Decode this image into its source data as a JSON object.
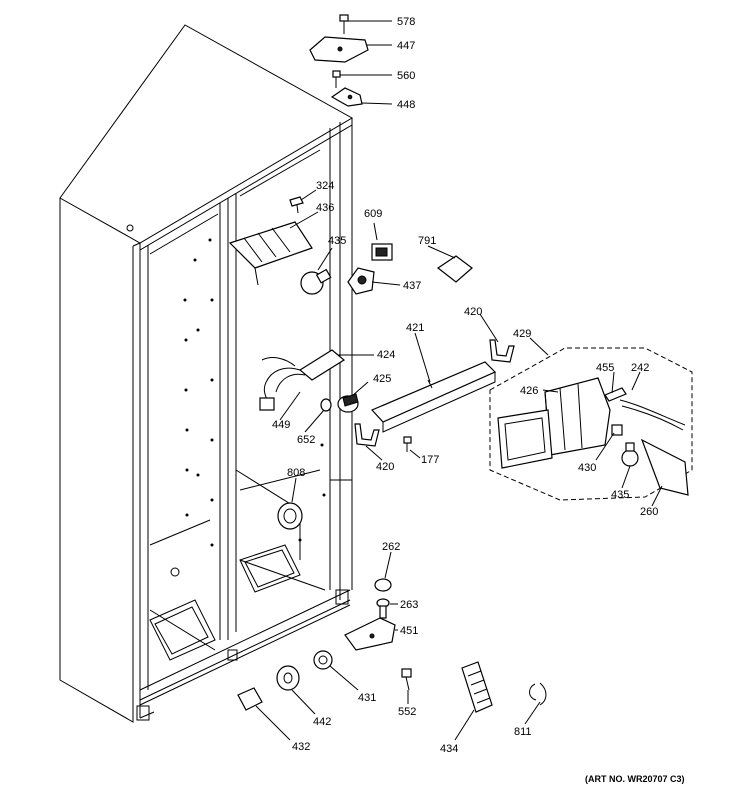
{
  "art_number": "(ART NO. WR20707 C3)",
  "callouts": [
    {
      "id": "578",
      "text": "578"
    },
    {
      "id": "447",
      "text": "447"
    },
    {
      "id": "560",
      "text": "560"
    },
    {
      "id": "448",
      "text": "448"
    },
    {
      "id": "324",
      "text": "324"
    },
    {
      "id": "436",
      "text": "436"
    },
    {
      "id": "609",
      "text": "609"
    },
    {
      "id": "435a",
      "text": "435"
    },
    {
      "id": "791",
      "text": "791"
    },
    {
      "id": "437",
      "text": "437"
    },
    {
      "id": "420a",
      "text": "420"
    },
    {
      "id": "421",
      "text": "421"
    },
    {
      "id": "429",
      "text": "429"
    },
    {
      "id": "424",
      "text": "424"
    },
    {
      "id": "455",
      "text": "455"
    },
    {
      "id": "242",
      "text": "242"
    },
    {
      "id": "425",
      "text": "425"
    },
    {
      "id": "426",
      "text": "426"
    },
    {
      "id": "449",
      "text": "449"
    },
    {
      "id": "652",
      "text": "652"
    },
    {
      "id": "177",
      "text": "177"
    },
    {
      "id": "420b",
      "text": "420"
    },
    {
      "id": "430",
      "text": "430"
    },
    {
      "id": "435b",
      "text": "435"
    },
    {
      "id": "260",
      "text": "260"
    },
    {
      "id": "808",
      "text": "808"
    },
    {
      "id": "262",
      "text": "262"
    },
    {
      "id": "263",
      "text": "263"
    },
    {
      "id": "451",
      "text": "451"
    },
    {
      "id": "431",
      "text": "431"
    },
    {
      "id": "442",
      "text": "442"
    },
    {
      "id": "552",
      "text": "552"
    },
    {
      "id": "432",
      "text": "432"
    },
    {
      "id": "434",
      "text": "434"
    },
    {
      "id": "811",
      "text": "811"
    }
  ]
}
